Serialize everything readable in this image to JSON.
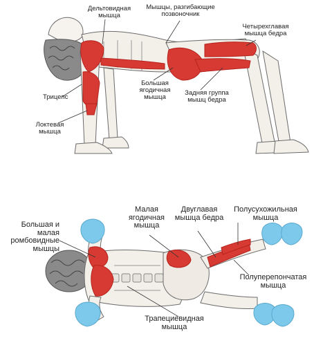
{
  "colors": {
    "muscle": "#d73a32",
    "muscle_dark": "#b5231e",
    "skin_line": "#6b6b6b",
    "hair": "#7a7a7a",
    "hand_foot_blue": "#7cc9ec",
    "text": "#222222"
  },
  "top_figure": {
    "labels": {
      "deltoid": "Дельтовидная\nмышца",
      "spinal": "Мышцы, разгибающие\nпозвоночник",
      "quadriceps": "Четырехглавая\nмышца бедра",
      "triceps": "Трицепс",
      "gluteus_max": "Большая\nягодичная\nмышца",
      "hamstrings": "Задняя группа\nмышц бедра",
      "anconeus": "Локтевая\nмышца"
    }
  },
  "bottom_figure": {
    "labels": {
      "gluteus_min": "Малая\nягодичная\nмышца",
      "biceps_femoris": "Двуглавая\nмышца бедра",
      "semitendinosus": "Полусухожильная\nмышца",
      "rhomboids": "Большая и малая\nромбовидные\nмышцы",
      "semimembranosus": "Полуперепончатая\nмышца",
      "trapezius": "Трапециевидная мышца"
    }
  }
}
